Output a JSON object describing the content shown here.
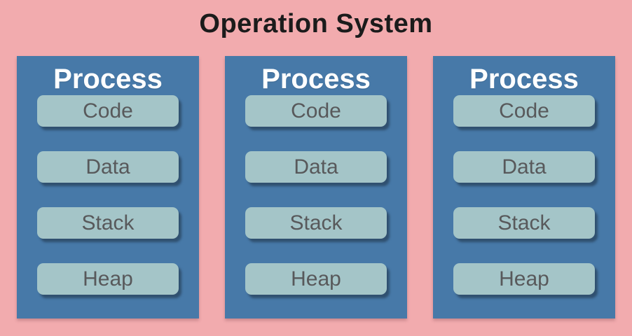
{
  "title": "Operation System",
  "processes": [
    {
      "label": "Process",
      "segments": [
        "Code",
        "Data",
        "Stack",
        "Heap"
      ]
    },
    {
      "label": "Process",
      "segments": [
        "Code",
        "Data",
        "Stack",
        "Heap"
      ]
    },
    {
      "label": "Process",
      "segments": [
        "Code",
        "Data",
        "Stack",
        "Heap"
      ]
    }
  ],
  "colors": {
    "background_pink": "#f2abae",
    "process_blue": "#4779a8",
    "segment_teal": "#a4c5c8",
    "segment_text_gray": "#58595b",
    "segment_shadow": "#2e4d66",
    "title_black": "#1b1b1b",
    "process_label_white": "#ffffff"
  }
}
